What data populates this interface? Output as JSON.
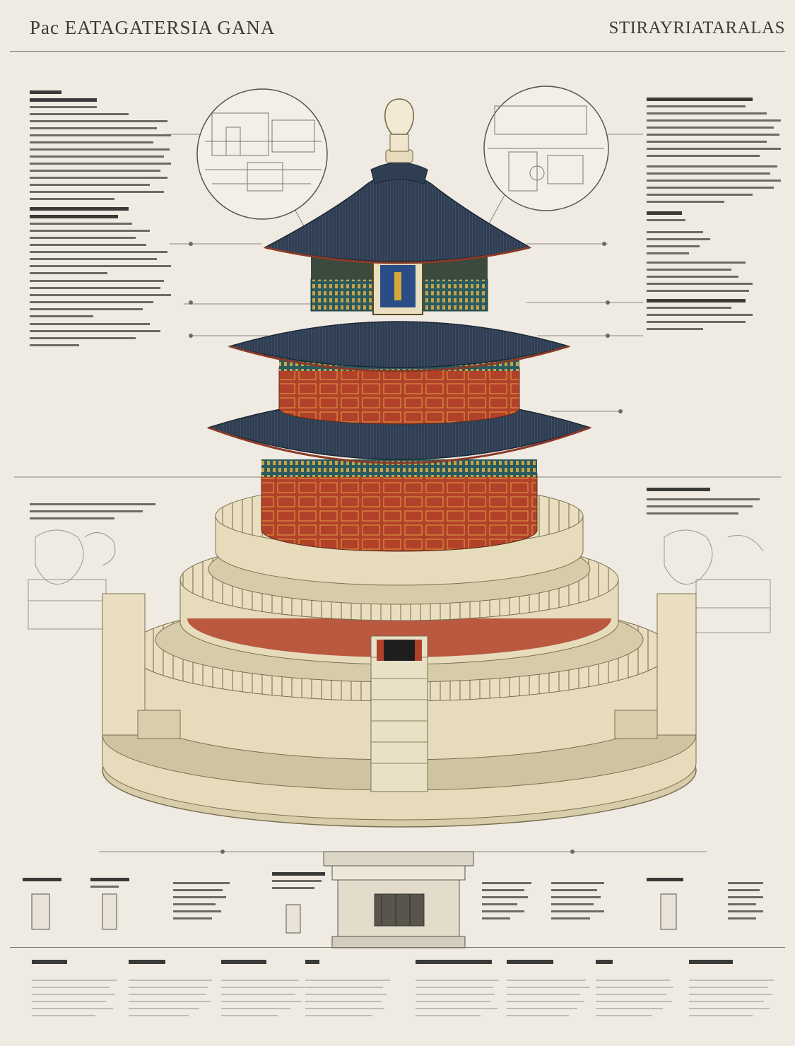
{
  "header": {
    "title_left": "Pac EATAGATERSIA GANA",
    "title_right": "STIRAYRIATARALAS"
  },
  "colors": {
    "paper": "#efebe2",
    "roof_blue": "#2f3e52",
    "wall_red": "#b2412a",
    "stone_cream": "#e6dcbc",
    "ink": "#2b2b2b"
  },
  "icons": [
    "detail-circle-left",
    "detail-circle-right",
    "pagoda-illustration",
    "gate-elevation",
    "column-detail"
  ]
}
